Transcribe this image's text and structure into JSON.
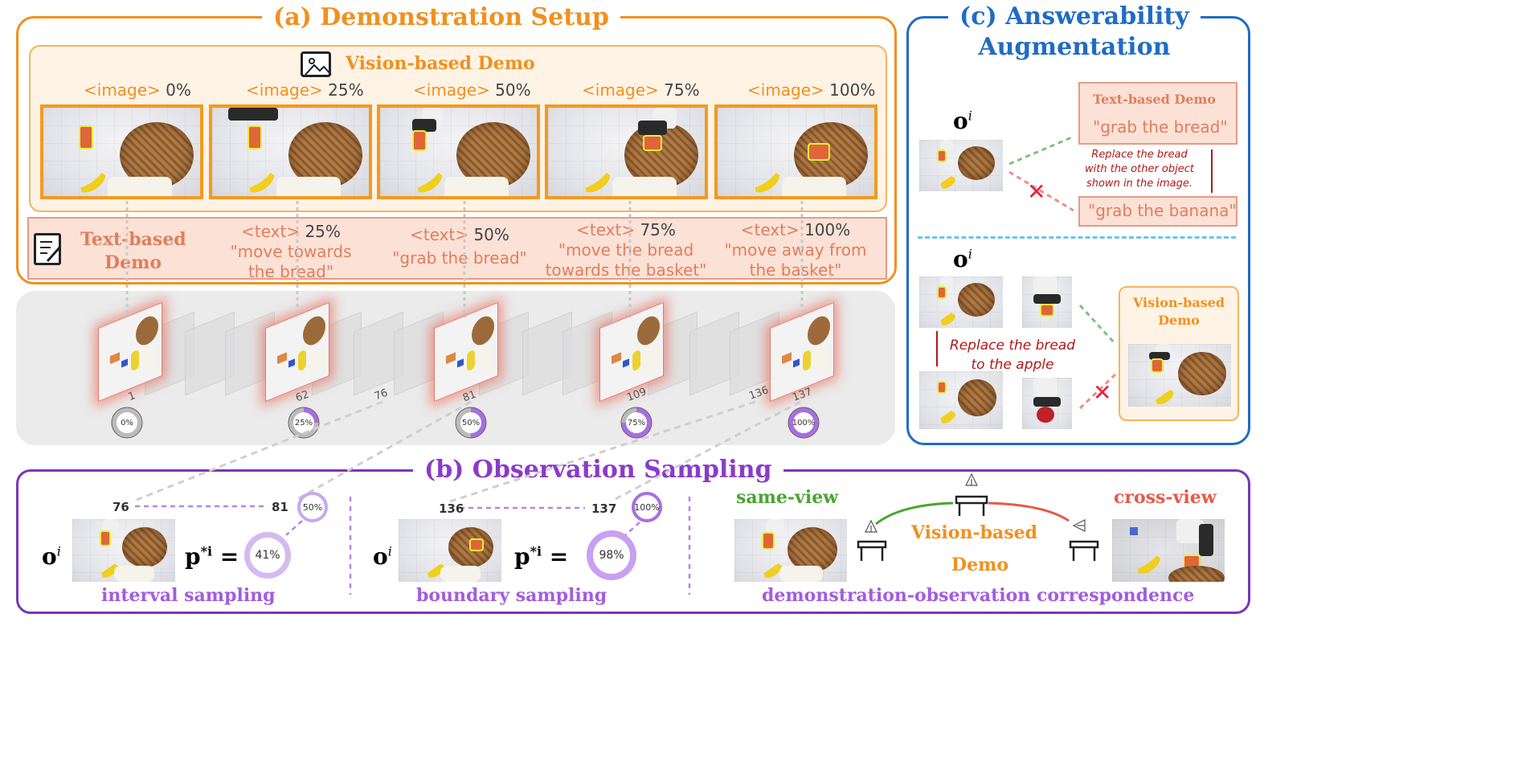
{
  "colors": {
    "orange": "#f2901d",
    "salmon": "#e07e5c",
    "purple": "#8a3bc9",
    "blue": "#1f6cc4",
    "green": "#4aa532",
    "red": "#e65a48"
  },
  "icons": {
    "image_icon": "image-icon",
    "text_icon": "document-edit-icon",
    "table_icon": "table-icon",
    "camera_icon": "camera-icon"
  },
  "section_a": {
    "title": "(a) Demonstration Setup",
    "vision_demo_label": "Vision-based Demo",
    "text_demo_label_1": "Text-based",
    "text_demo_label_2": "Demo",
    "image_tag": "<image>",
    "text_tag": "<text>",
    "image_pcts": [
      "0%",
      "25%",
      "50%",
      "75%",
      "100%"
    ],
    "text_items": [
      {
        "pct": "25%",
        "line1": "\"move towards",
        "line2": "the bread\""
      },
      {
        "pct": "50%",
        "line1": "\"grab the bread\"",
        "line2": ""
      },
      {
        "pct": "75%",
        "line1": "\"move the bread",
        "line2": "towards the basket\""
      },
      {
        "pct": "100%",
        "line1": "\"move away from",
        "line2": "the basket\""
      }
    ],
    "frame_numbers": [
      "1",
      "62",
      "76",
      "81",
      "109",
      "136",
      "137"
    ],
    "progress_rings": [
      {
        "label": "0%",
        "value": 0
      },
      {
        "label": "25%",
        "value": 25
      },
      {
        "label": "50%",
        "value": 50
      },
      {
        "label": "75%",
        "value": 75
      },
      {
        "label": "100%",
        "value": 100
      }
    ]
  },
  "section_b": {
    "title": "(b) Observation Sampling",
    "interval": {
      "frame_a": "76",
      "frame_b": "81",
      "ring_top": "50%",
      "obs": "o",
      "obs_sup": "i",
      "p": "p",
      "p_sup": "*i",
      "equals": "=",
      "result": "41%",
      "result_value": 41,
      "caption": "interval sampling"
    },
    "boundary": {
      "frame_a": "136",
      "frame_b": "137",
      "ring_top": "100%",
      "obs": "o",
      "obs_sup": "i",
      "p": "p",
      "p_sup": "*i",
      "equals": "=",
      "result": "98%",
      "result_value": 98,
      "caption": "boundary sampling"
    },
    "correspondence": {
      "same_view": "same-view",
      "cross_view": "cross-view",
      "center_1": "Vision-based",
      "center_2": "Demo",
      "caption": "demonstration-observation correspondence"
    }
  },
  "section_c": {
    "title_1": "(c) Answerability",
    "title_2": "Augmentation",
    "obs": "o",
    "obs_sup": "i",
    "text_demo_box_title": "Text-based Demo",
    "text_demo_box_quote": "\"grab the bread\"",
    "replace_note_1": "Replace the bread",
    "replace_note_2": "with the other object",
    "replace_note_3": "shown in the image.",
    "banana_box_quote": "\"grab the banana\"",
    "replace_apple_1": "Replace the bread",
    "replace_apple_2": "to the apple",
    "vision_box_1": "Vision-based",
    "vision_box_2": "Demo",
    "cross_mark": "✕"
  }
}
